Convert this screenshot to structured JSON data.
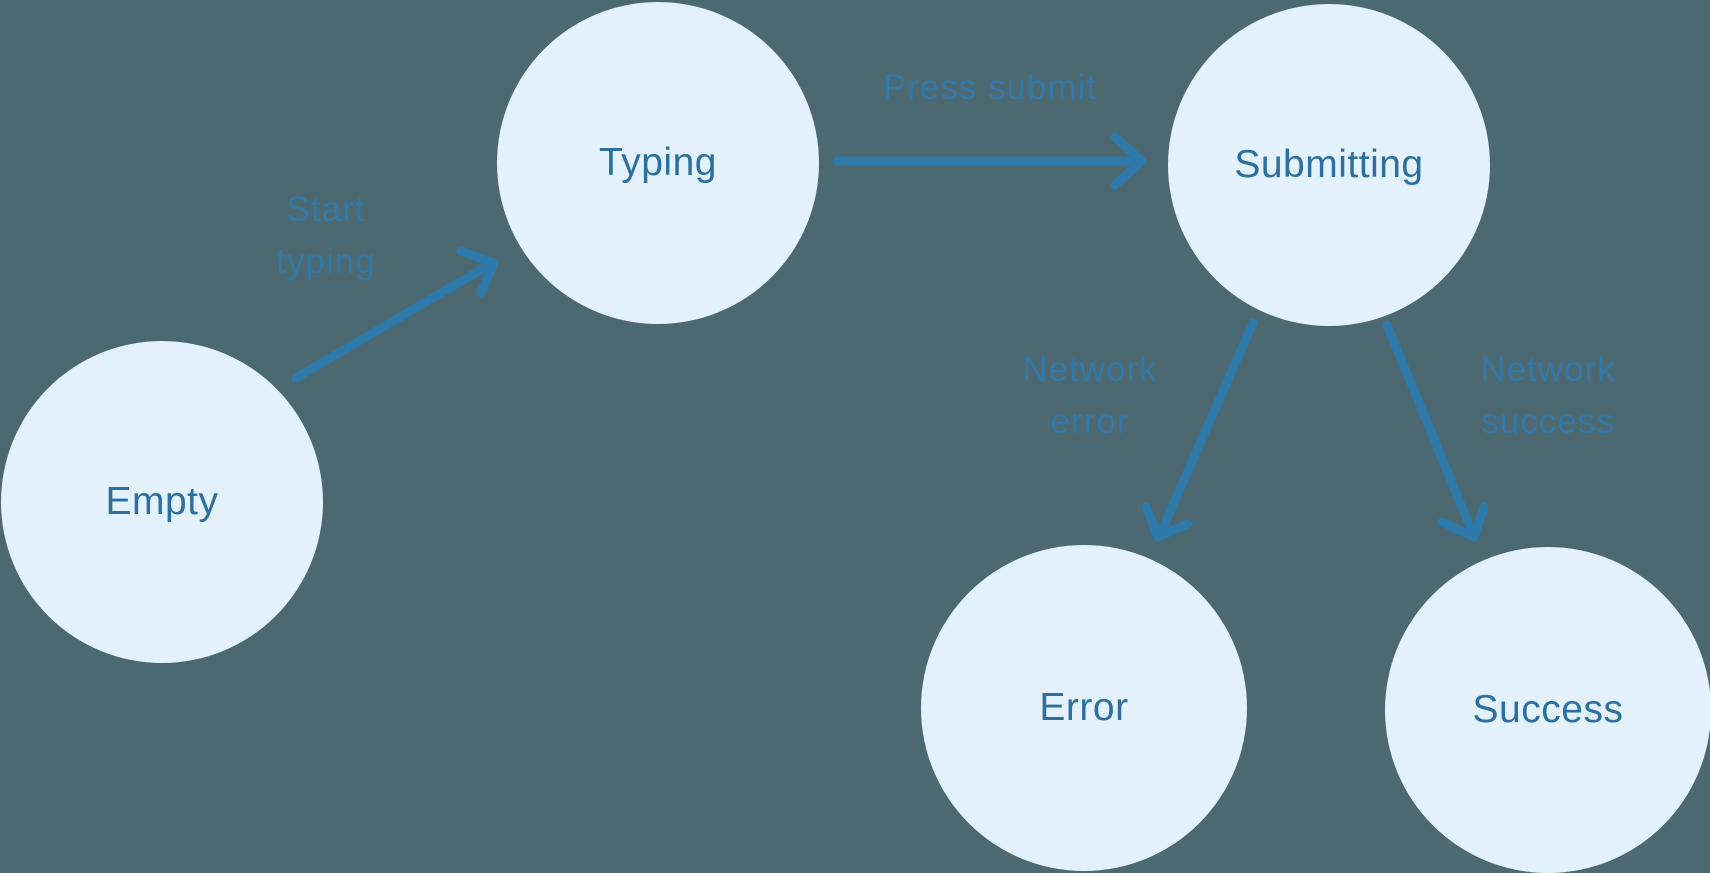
{
  "diagram": {
    "type": "state-machine",
    "nodes": [
      {
        "id": "empty",
        "label": "Empty"
      },
      {
        "id": "typing",
        "label": "Typing"
      },
      {
        "id": "submitting",
        "label": "Submitting"
      },
      {
        "id": "error",
        "label": "Error"
      },
      {
        "id": "success",
        "label": "Success"
      }
    ],
    "edges": [
      {
        "from": "empty",
        "to": "typing",
        "label": "Start typing",
        "lines": [
          "Start",
          "typing"
        ]
      },
      {
        "from": "typing",
        "to": "submitting",
        "label": "Press submit",
        "lines": [
          "Press submit"
        ]
      },
      {
        "from": "submitting",
        "to": "error",
        "label": "Network error",
        "lines": [
          "Network",
          "error"
        ]
      },
      {
        "from": "submitting",
        "to": "success",
        "label": "Network success",
        "lines": [
          "Network",
          "success"
        ]
      }
    ],
    "colors": {
      "background": "#4C6871",
      "node_fill": "#E2F1FC",
      "node_text": "#2D6F9E",
      "edge_stroke": "#2D79AA",
      "edge_label": "#3377A5"
    }
  }
}
